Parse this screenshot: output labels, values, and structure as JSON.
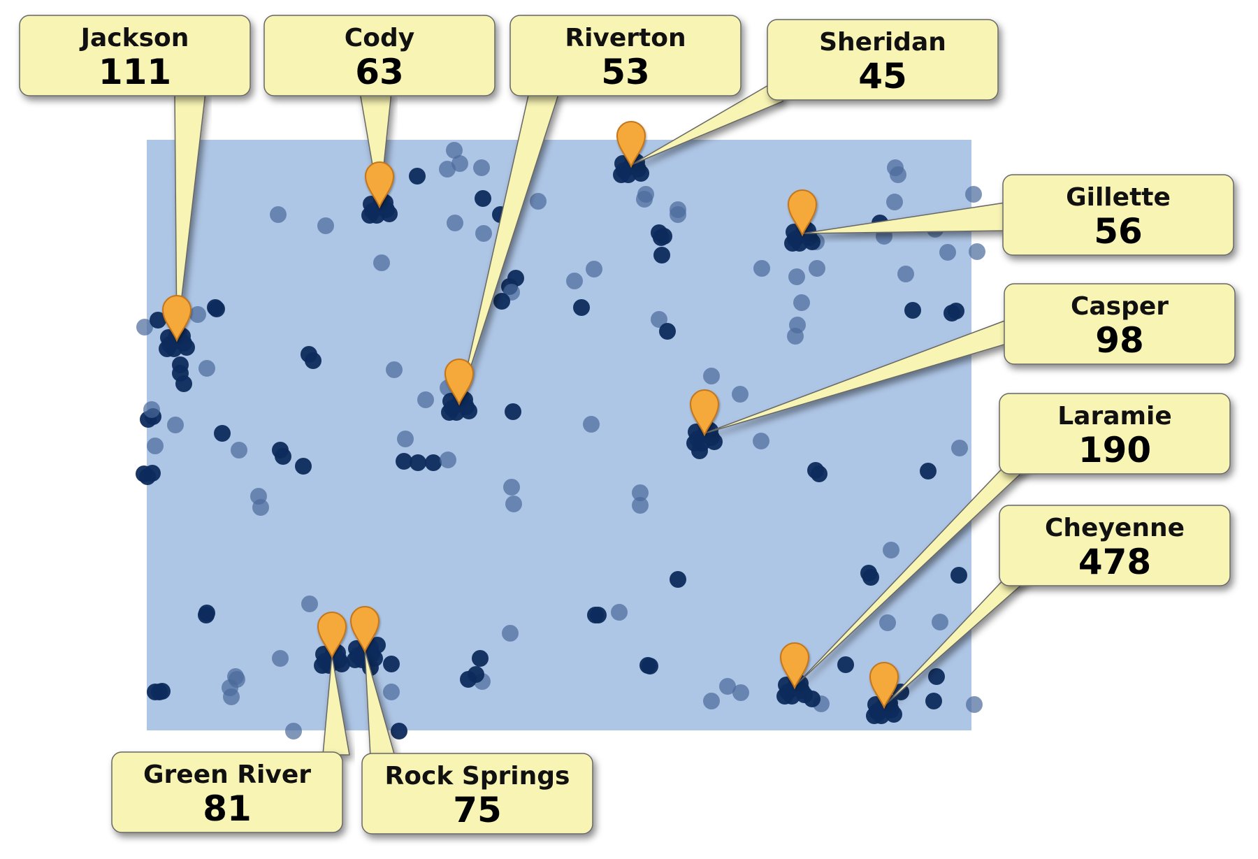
{
  "map": {
    "region_color": "#aec6e6",
    "dot_color_dark": "#0d2b5c",
    "dot_color_light": "#4a6a9a",
    "pin_color": "#f6a93b",
    "callout_color": "#f8f4b4",
    "callout_border": "#666666",
    "pin_icon": "map-marker-icon"
  },
  "cities": [
    {
      "id": "jackson",
      "name": "Jackson",
      "count": "111"
    },
    {
      "id": "cody",
      "name": "Cody",
      "count": "63"
    },
    {
      "id": "riverton",
      "name": "Riverton",
      "count": "53"
    },
    {
      "id": "sheridan",
      "name": "Sheridan",
      "count": "45"
    },
    {
      "id": "gillette",
      "name": "Gillette",
      "count": "56"
    },
    {
      "id": "casper",
      "name": "Casper",
      "count": "98"
    },
    {
      "id": "laramie",
      "name": "Laramie",
      "count": "190"
    },
    {
      "id": "cheyenne",
      "name": "Cheyenne",
      "count": "478"
    },
    {
      "id": "green-river",
      "name": "Green River",
      "count": "81"
    },
    {
      "id": "rock-springs",
      "name": "Rock Springs",
      "count": "75"
    }
  ]
}
